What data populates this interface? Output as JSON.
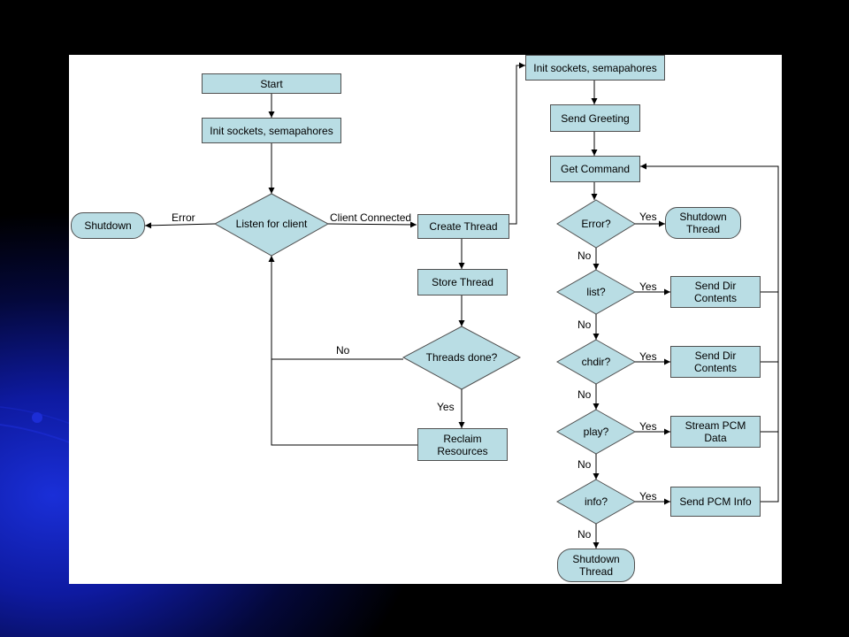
{
  "colors": {
    "node_fill": "#b9dde4",
    "node_stroke": "#505050",
    "edge": "#000000",
    "canvas": "#ffffff",
    "slide_background": "#000000",
    "slide_accent": "#1a2fd8"
  },
  "left": {
    "start": "Start",
    "init": "Init sockets, semapahores",
    "listen": "Listen for client",
    "shutdown": "Shutdown",
    "create_thread": "Create Thread",
    "store_thread": "Store Thread",
    "threads_done": "Threads done?",
    "reclaim": "Reclaim Resources",
    "edge_error": "Error",
    "edge_client_connected": "Client Connected",
    "edge_no": "No",
    "edge_yes": "Yes"
  },
  "right": {
    "init": "Init sockets, semapahores",
    "send_greeting": "Send Greeting",
    "get_command": "Get Command",
    "error_q": "Error?",
    "shutdown_thread_1": "Shutdown Thread",
    "list_q": "list?",
    "send_dir_1": "Send Dir Contents",
    "chdir_q": "chdir?",
    "send_dir_2": "Send Dir Contents",
    "play_q": "play?",
    "stream_pcm": "Stream PCM Data",
    "info_q": "info?",
    "send_pcm_info": "Send PCM Info",
    "shutdown_thread_2": "Shutdown Thread",
    "yes_1": "Yes",
    "yes_2": "Yes",
    "yes_3": "Yes",
    "yes_4": "Yes",
    "yes_5": "Yes",
    "no_1": "No",
    "no_2": "No",
    "no_3": "No",
    "no_4": "No",
    "no_5": "No"
  }
}
